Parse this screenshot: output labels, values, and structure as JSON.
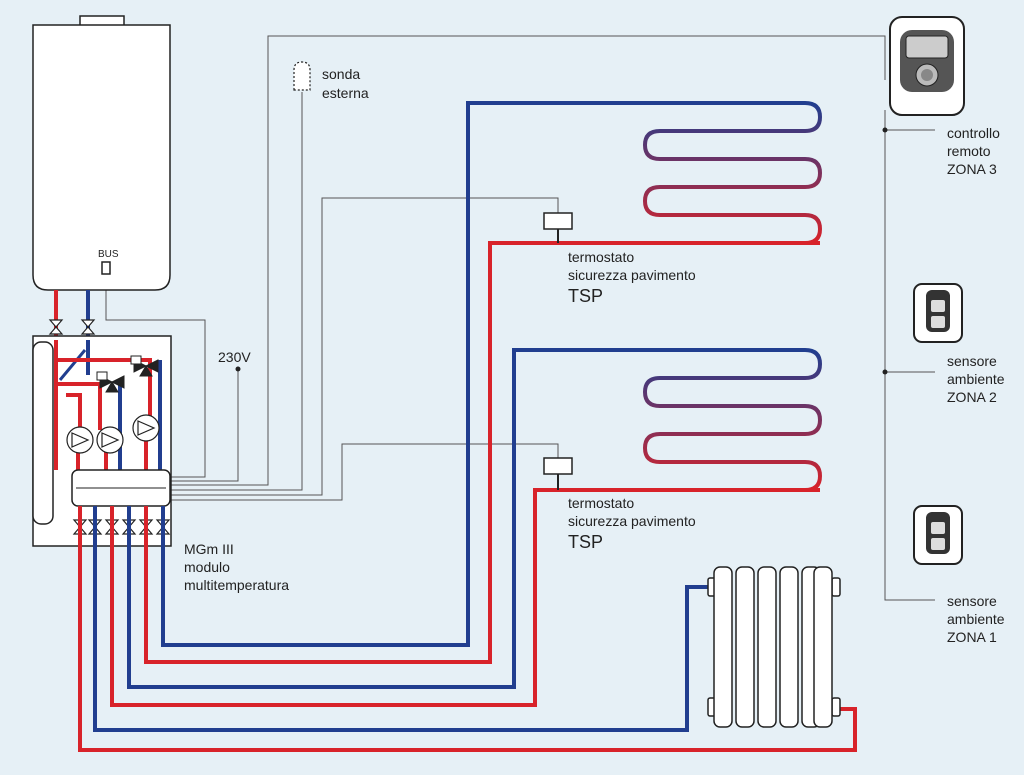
{
  "boiler": {
    "bus_label": "BUS"
  },
  "sonda": {
    "line1": "sonda",
    "line2": "esterna"
  },
  "power": {
    "label": "230V"
  },
  "module": {
    "line1": "MGm III",
    "line2": "modulo",
    "line3": "multitemperatura"
  },
  "tsp1": {
    "line1": "termostato",
    "line2": "sicurezza pavimento",
    "code": "TSP"
  },
  "tsp2": {
    "line1": "termostato",
    "line2": "sicurezza pavimento",
    "code": "TSP"
  },
  "zone3": {
    "line1": "controllo",
    "line2": "remoto",
    "line3": "ZONA 3"
  },
  "zone2": {
    "line1": "sensore",
    "line2": "ambiente",
    "line3": "ZONA 2"
  },
  "zone1": {
    "line1": "sensore",
    "line2": "ambiente",
    "line3": "ZONA 1"
  },
  "colors": {
    "supply": "#d8232a",
    "return": "#213e8f",
    "background": "#e6f0f6"
  }
}
